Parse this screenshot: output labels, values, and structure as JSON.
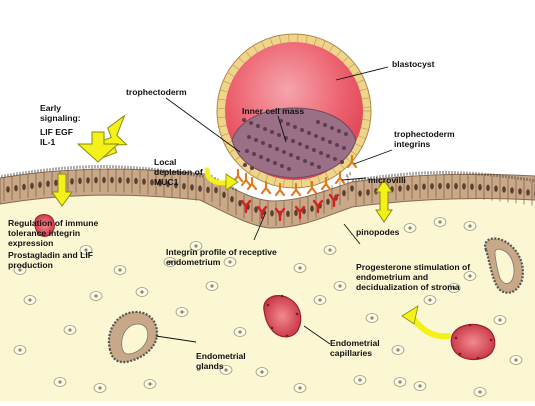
{
  "labels": {
    "blastocyst": "blastocyst",
    "trophectoderm": "trophectoderm",
    "inner_cell_mass": "Inner cell mass",
    "early_signaling": {
      "line1": "Early",
      "line2": "signaling:",
      "line3": "LIF  EGF",
      "line4": "IL-1"
    },
    "troph_integrins": {
      "line1": "trophectoderm",
      "line2": "integrins"
    },
    "local_depletion": {
      "line1": "Local",
      "line2": "depletion of",
      "line3": "MUC1"
    },
    "microvilli": "microvilli",
    "pinopodes": "pinopodes",
    "regulation": {
      "line1": "Regulation of immune",
      "line2": "tolerance integrin",
      "line3": "expression",
      "line4": "Prostagladin and LIF",
      "line5": "production"
    },
    "integrin_profile": {
      "line1": "Integrin profile of receptive",
      "line2": "endometrium"
    },
    "progesterone": {
      "line1": "Progesterone stimulation of",
      "line2": "endometrium and",
      "line3": "decidualization of stroma"
    },
    "glands": {
      "line1": "Endometrial",
      "line2": "glands"
    },
    "capillaries": {
      "line1": "Endometrial",
      "line2": "capillaries"
    }
  },
  "colors": {
    "stroma": "#fbf7d3",
    "epithelium": "#c9a888",
    "blastocyst": "#ee5f6c",
    "trophectoderm_cells": "#f0d48a",
    "inner_cell_mass": "#9b6f86",
    "integrin": "#e07a1a",
    "receptor": "#d52020",
    "arrow_yellow": "#f3f01a",
    "capillary": "#d23c4a"
  }
}
